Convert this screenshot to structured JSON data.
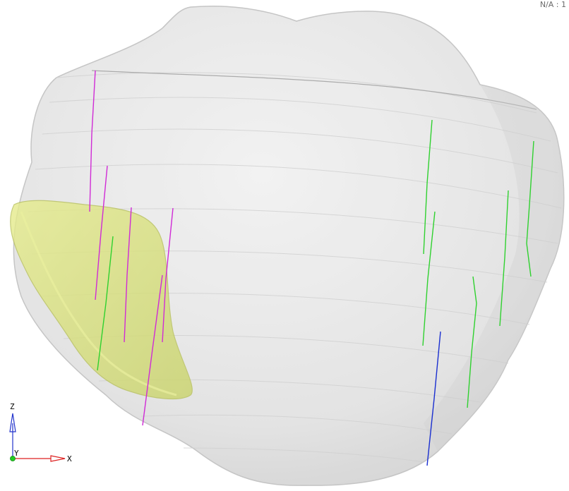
{
  "viewer": {
    "corner_label": "N/A : 1",
    "background_color": "#ffffff"
  },
  "scene": {
    "organ_mesh_color": "#e3e3e3",
    "organ_mesh_opacity": 0.8,
    "lesion_mesh_color": "#d8e27a",
    "lesion_mesh_opacity": 0.75,
    "trajectory_colors": {
      "magenta": "#d02bd6",
      "green": "#2fd12f",
      "blue": "#1a2fd0"
    }
  },
  "axis_triad": {
    "z_label": "Z",
    "y_label": "Y",
    "x_label": "X",
    "z_color": "#2233cc",
    "x_color": "#dd2222",
    "y_color": "#22cc22"
  }
}
